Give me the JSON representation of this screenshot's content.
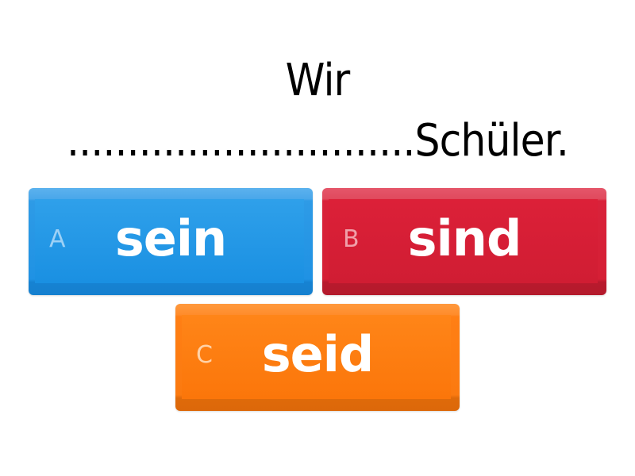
{
  "question": {
    "line1": "Wir",
    "blank": ".............................",
    "line2_end": "Schüler."
  },
  "answers": [
    {
      "letter": "A",
      "label": "sein",
      "color": "#1f92e4"
    },
    {
      "letter": "B",
      "label": "sind",
      "color": "#d51f35"
    },
    {
      "letter": "C",
      "label": "seid",
      "color": "#fb7a10"
    }
  ]
}
